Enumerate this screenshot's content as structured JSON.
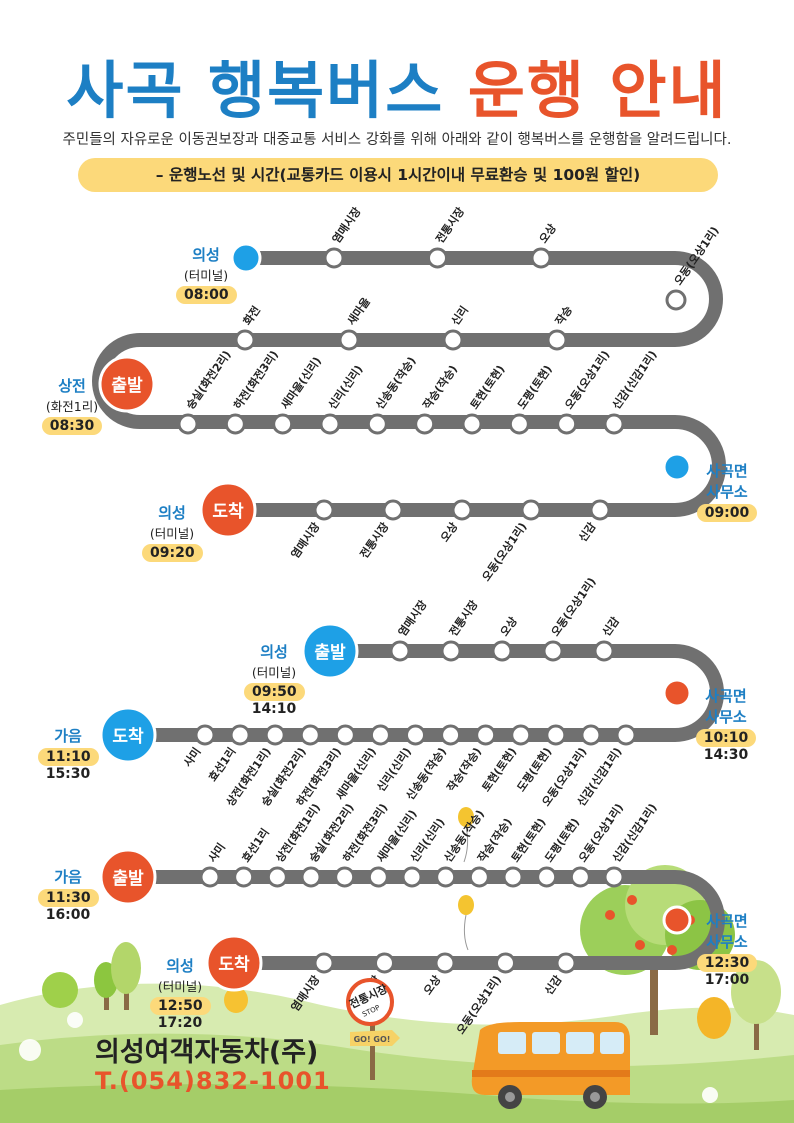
{
  "title": {
    "part1": "사곡 행복버스",
    "part2": "운행 안내"
  },
  "intro": "주민들의 자유로운 이동권보장과 대중교통 서비스 강화를 위해 아래와 같이 행복버스를 운행함을 알려드립니다.",
  "route_header": "– 운행노선 및 시간(교통카드 이용시 1시간이내 무료환승 및 100원 할인)",
  "badges": {
    "depart": "출발",
    "arrive": "도착"
  },
  "route1": {
    "row1_stops": [
      "염매시장",
      "전통시장",
      "오상"
    ],
    "curve1_stop": "오동(오상1리)",
    "row2_stops": [
      "화전",
      "새마을",
      "신리",
      "작승"
    ],
    "row3_stops": [
      "숭실(화전2리)",
      "하전(화전3리)",
      "새마을(신리)",
      "신리(신리)",
      "신송동(작승)",
      "작승(작승)",
      "토현(토현)",
      "도평(토현)",
      "오동(오상1리)",
      "신감(신감1리)"
    ],
    "row4_stops": [
      "염매시장",
      "전통시장",
      "오상",
      "오동(오상1리)",
      "신감"
    ],
    "start_place": "의성",
    "start_sub": "(터미널)",
    "start_time": "08:00",
    "dep_place": "상전",
    "dep_sub": "(화전1리)",
    "dep_time": "08:30",
    "mid_place1": "사곡면",
    "mid_place2": "사무소",
    "mid_time": "09:00",
    "end_place": "의성",
    "end_sub": "(터미널)",
    "end_time": "09:20"
  },
  "route2": {
    "row1_stops": [
      "염매시장",
      "전통시장",
      "오상",
      "오동(오상1리)",
      "신감"
    ],
    "row2_stops": [
      "사미",
      "효선1리",
      "상전(화전1리)",
      "숭실(화전2리)",
      "하전(화전3리)",
      "새마을(신리)",
      "신리(신리)",
      "신송동(작승)",
      "작승(작승)",
      "토현(토현)",
      "도평(토현)",
      "오동(오상1리)",
      "신감(신감1리)"
    ],
    "dep_place": "의성",
    "dep_sub": "(터미널)",
    "dep_time1": "09:50",
    "dep_time2": "14:10",
    "mid_place1": "사곡면",
    "mid_place2": "사무소",
    "mid_time1": "10:10",
    "mid_time2": "14:30",
    "end_place": "가음",
    "end_time1": "11:10",
    "end_time2": "15:30"
  },
  "route3": {
    "row1_stops": [
      "사미",
      "효선1리",
      "상전(화전1리)",
      "숭실(화전2리)",
      "하전(화전3리)",
      "새마을(신리)",
      "신리(신리)",
      "신송동(작승)",
      "작승(작승)",
      "토현(토현)",
      "도평(토현)",
      "오동(오상1리)",
      "신감(신감1리)"
    ],
    "row2_stops": [
      "염매시장",
      "전통시장",
      "오상",
      "오동(오상1리)",
      "신감"
    ],
    "dep_place": "가음",
    "dep_time1": "11:30",
    "dep_time2": "16:00",
    "mid_place1": "사곡면",
    "mid_place2": "사무소",
    "mid_time1": "12:30",
    "mid_time2": "17:00",
    "end_place": "의성",
    "end_sub": "(터미널)",
    "end_time1": "12:50",
    "end_time2": "17:20"
  },
  "sign": {
    "text": "전통시장",
    "stop": "STOP",
    "gogo": "GO! GO!"
  },
  "company": {
    "name": "의성여객자동차(주)",
    "phone": "T.(054)832-1001"
  },
  "colors": {
    "blue": "#1d7fc4",
    "red": "#e8542b",
    "line": "#707070",
    "badge": "#fcd97a",
    "stop_blue": "#1ea0e6"
  }
}
